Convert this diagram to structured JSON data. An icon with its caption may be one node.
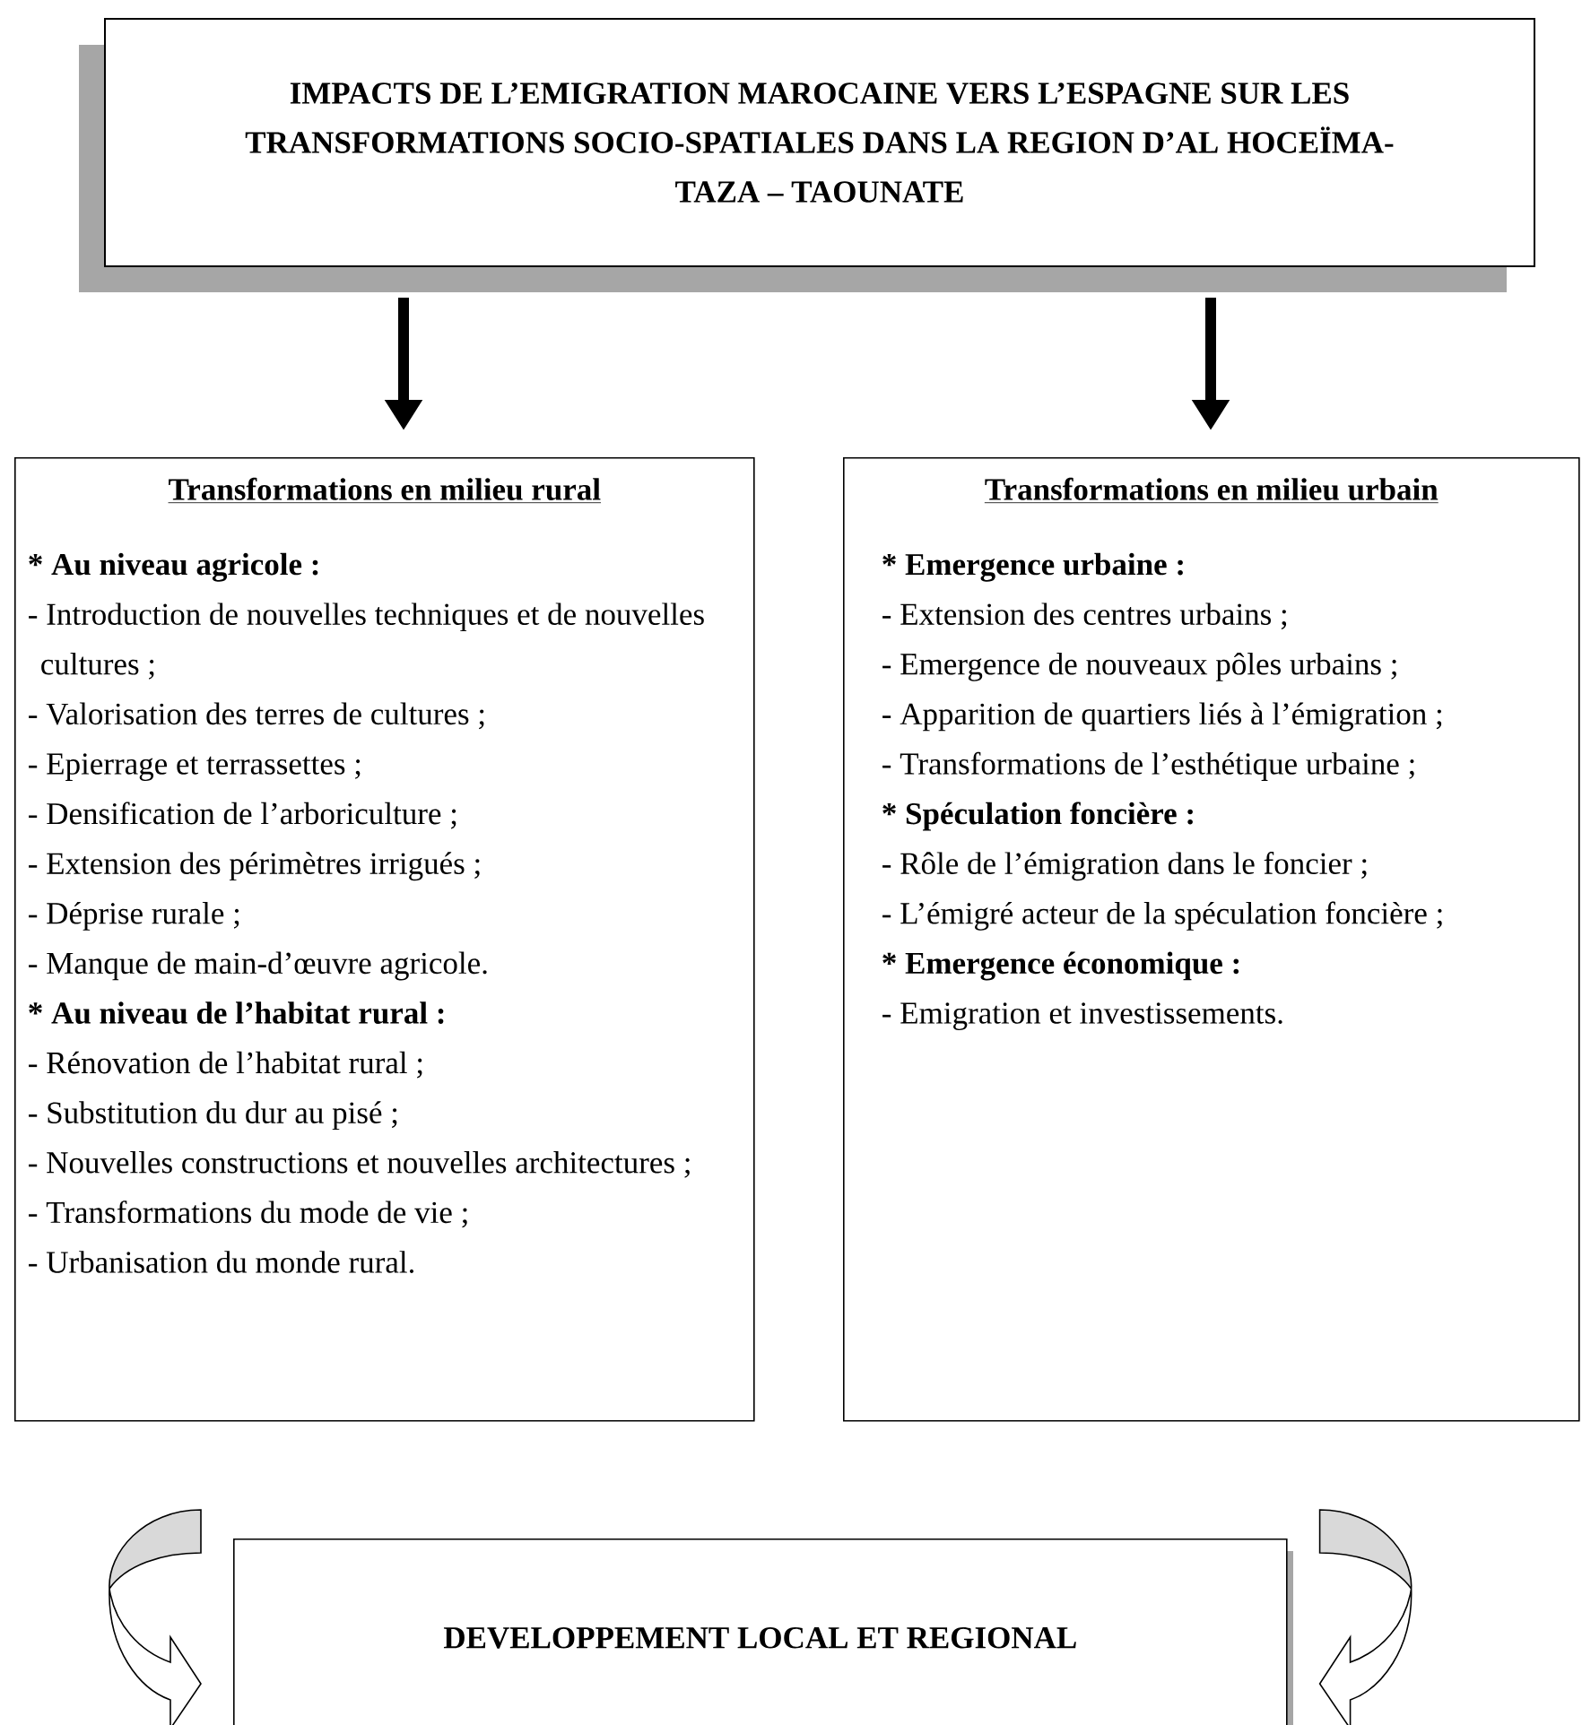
{
  "diagram": {
    "nodes": [
      {
        "text": [
          "IMPACTS DE L’EMIGRATION MAROCAINE VERS L’ESPAGNE SUR LES TRANSFORMATIONS SOCIO-SPATIALES DANS LA REGION D’AL HOCEÏMA- TAZA – TAOUNATE"
        ]
      },
      {
        "text": [
          "Transformations en milieu rural",
          "*  Au niveau agricole :",
          "- Introduction de nouvelles techniques et de nouvelles cultures ;",
          "- Valorisation des terres de cultures ;",
          "- Epierrage et terrassettes ;",
          "- Densification de l’arboriculture ;",
          "- Extension des périmètres irrigués ;",
          "- Déprise rurale ;",
          "- Manque de main-d’œuvre agricole.",
          "*  Au niveau de l’habitat rural :",
          "- Rénovation de l’habitat rural ;",
          "- Substitution du dur au pisé ;",
          "- Nouvelles constructions et nouvelles architectures ;",
          "- Transformations du mode de vie ;",
          "- Urbanisation du monde rural."
        ]
      },
      {
        "text": [
          "Transformations en milieu urbain",
          "*  Emergence urbaine :",
          "- Extension des centres urbains ;",
          "- Emergence de nouveaux pôles urbains ;",
          "- Apparition de quartiers liés à l’émigration ;",
          "- Transformations de l’esthétique urbaine ;",
          "* Spéculation foncière :",
          "- Rôle de l’émigration dans le foncier ;",
          "- L’émigré acteur de la spéculation foncière ;",
          "* Emergence économique :",
          "- Emigration et investissements."
        ]
      },
      {
        "text": [
          "DEVELOPPEMENT LOCAL ET REGIONAL"
        ]
      }
    ],
    "edges": [
      {
        "from": 0,
        "to": 1,
        "arrow": "to"
      },
      {
        "from": 0,
        "to": 2,
        "arrow": "to"
      },
      {
        "from": null,
        "to": 3,
        "arrow": "to"
      },
      {
        "from": null,
        "to": 3,
        "arrow": "to"
      }
    ]
  }
}
